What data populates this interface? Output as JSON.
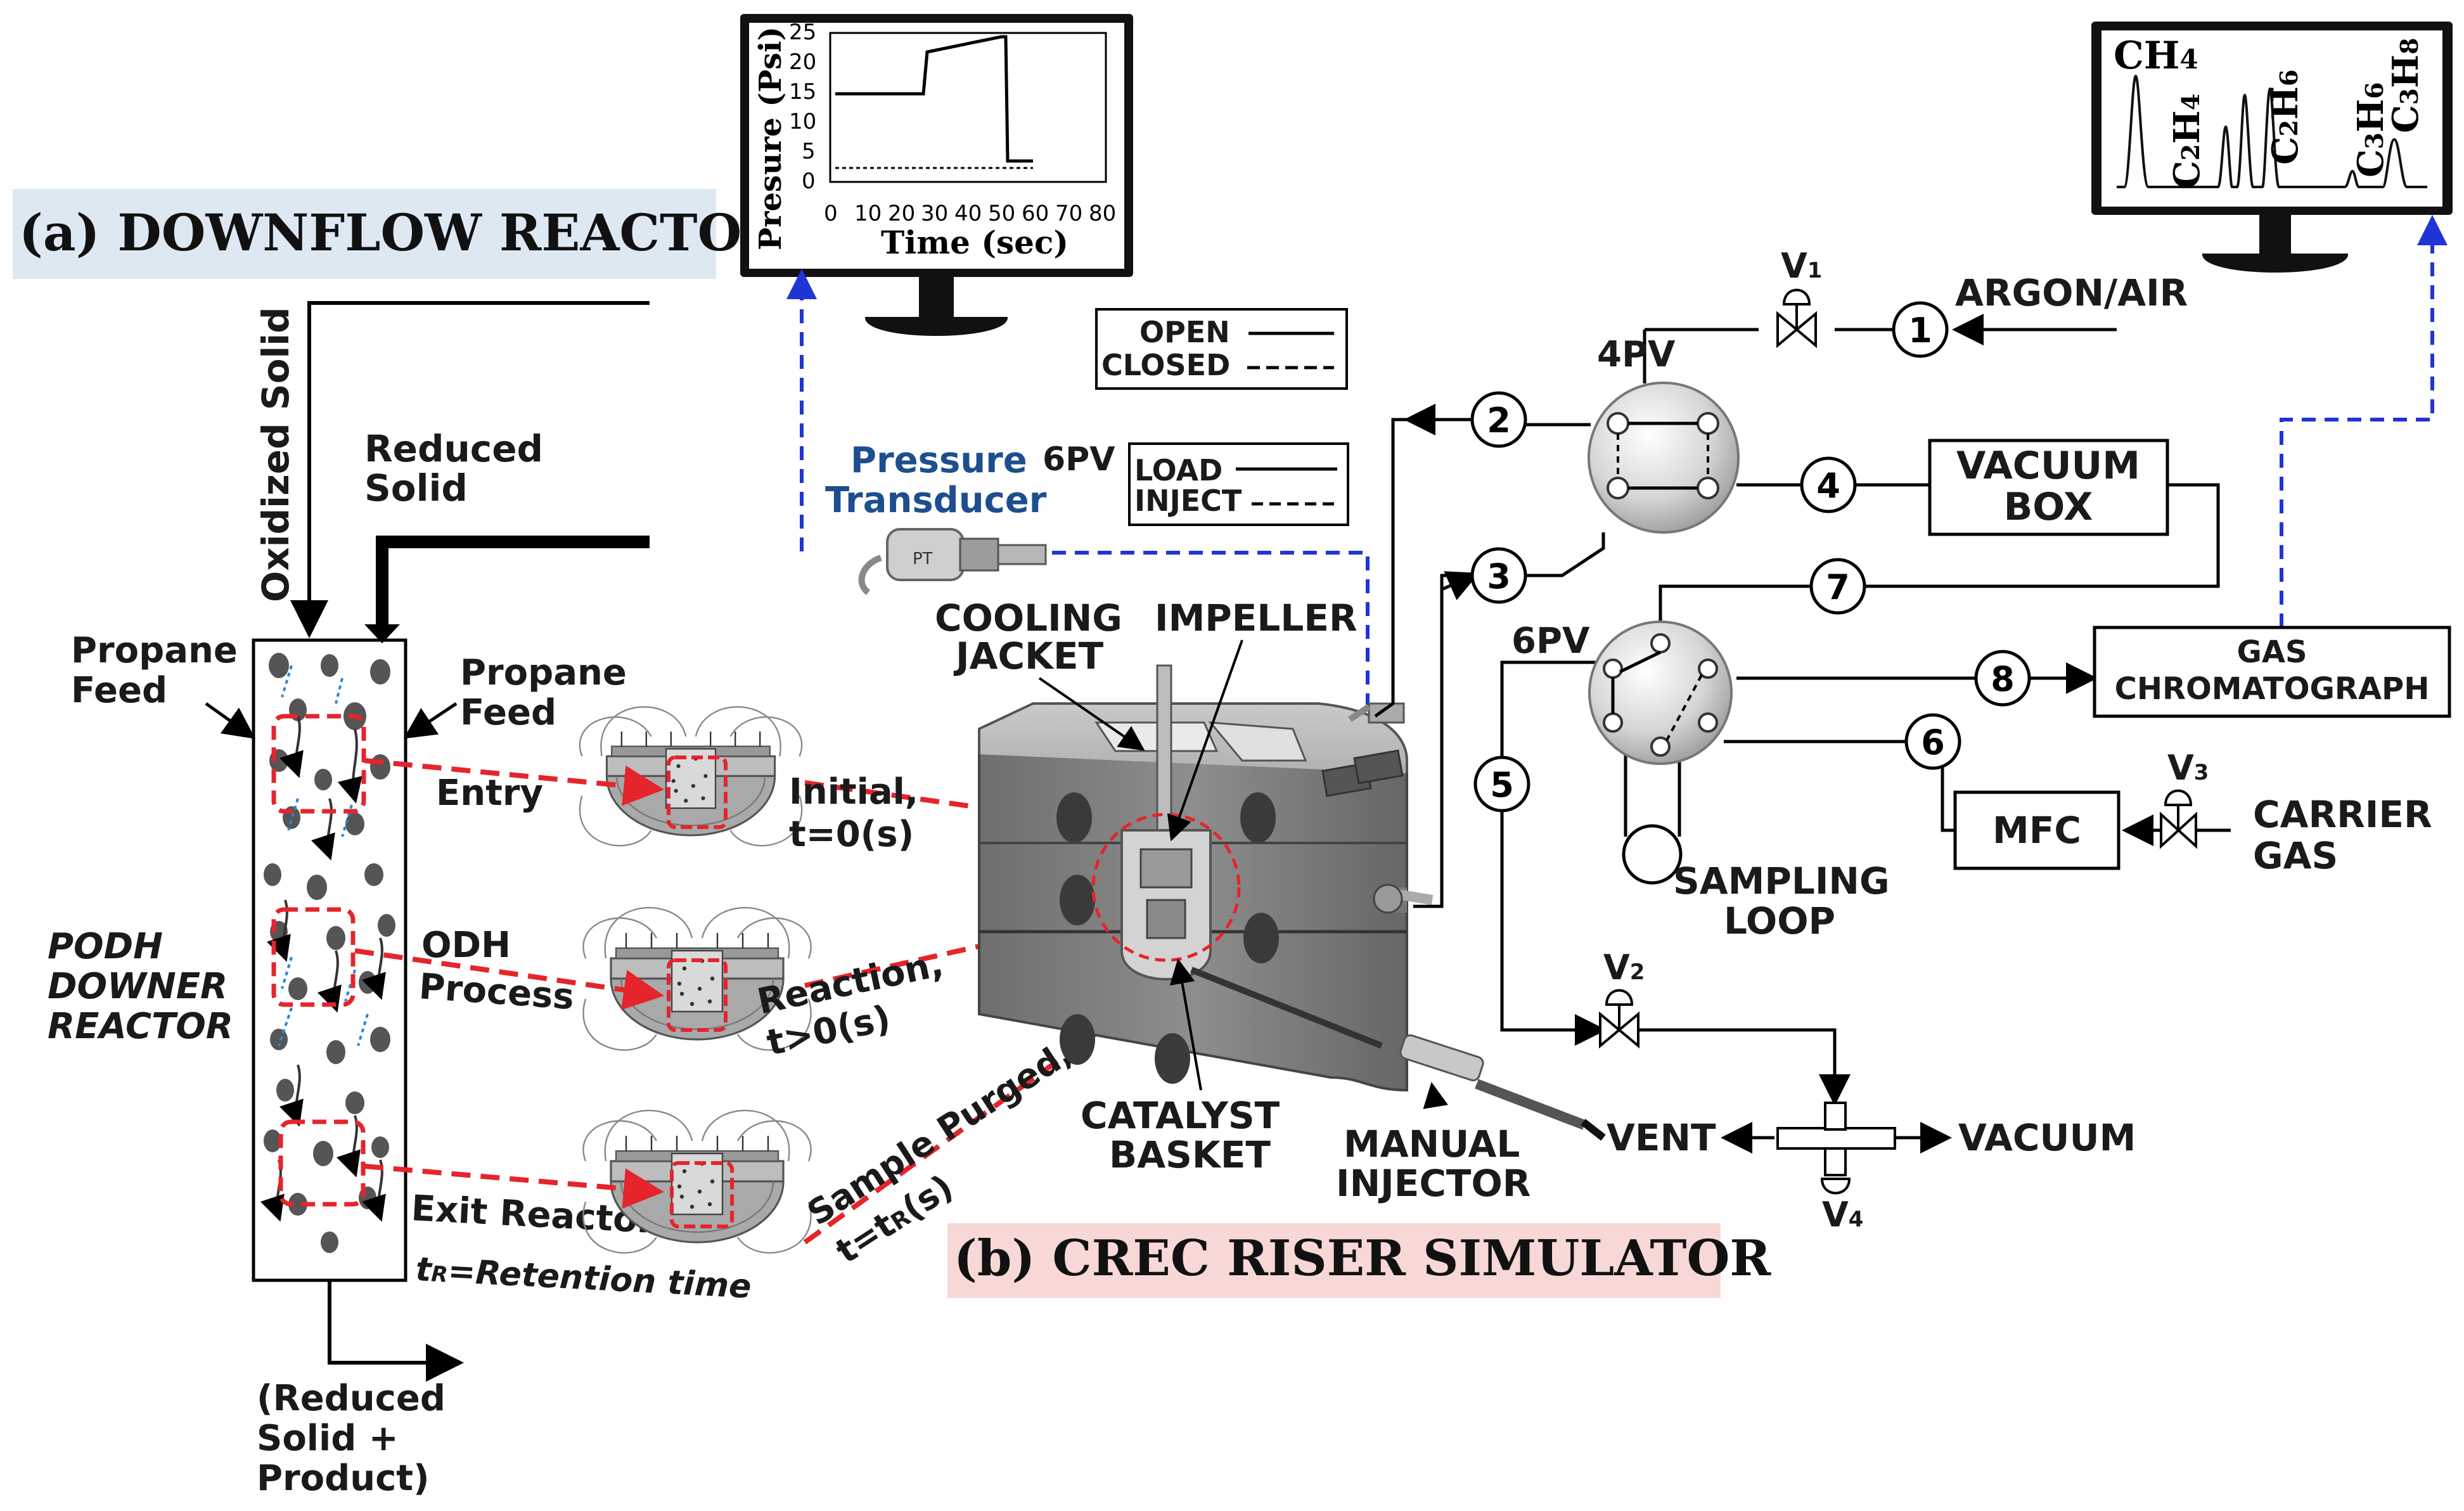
{
  "titles": {
    "downflow": "(a) DOWNFLOW REACTOR",
    "crec": "(b) CREC RISER SIMULATOR"
  },
  "downer": {
    "oxidized_solid": "Oxidized Solid",
    "reduced_solid": [
      "Reduced",
      "Solid"
    ],
    "propane_feed_left": [
      "Propane",
      "Feed"
    ],
    "propane_feed_right": [
      "Propane",
      "Feed"
    ],
    "podh": [
      "PODH",
      "DOWNER",
      "REACTOR"
    ],
    "entry": "Entry",
    "odh_process": [
      "ODH",
      "Process"
    ],
    "exit_reactor": "Exit Reactor",
    "retention": "=Retention time",
    "retention_sym": "t",
    "retention_sub": "R",
    "outlet": [
      "(Reduced",
      "Solid +",
      "Product)"
    ]
  },
  "stages": {
    "initial": [
      "Initial,",
      "t=0(s)"
    ],
    "reaction": [
      "Reaction,",
      "t>0(s)"
    ],
    "purged_line1": "Sample Purged,",
    "purged_line2_pre": "t=t",
    "purged_line2_sub": "R",
    "purged_line2_post": "(s)"
  },
  "pressure_chart": {
    "ylabel": "Presure (Psi)",
    "xlabel": "Time (sec)",
    "yticks": [
      "25",
      "20",
      "15",
      "10",
      "5",
      "0"
    ],
    "xticks": [
      "0",
      "10",
      "20",
      "30",
      "40",
      "50",
      "60",
      "70",
      "80"
    ]
  },
  "gc_display": {
    "peaks": [
      "CH4",
      "C2H4",
      "C2H6",
      "C3H6",
      "C3H8"
    ],
    "ch4": "CH",
    "ch4_sub": "4",
    "c2h4": "C",
    "c2h4_s1": "2",
    "c2h4_h": "H",
    "c2h4_s2": "4",
    "c2h6": "C",
    "c2h6_s1": "2",
    "c2h6_h": "H",
    "c2h6_s2": "6",
    "c3h6": "C",
    "c3h6_s1": "3",
    "c3h6_h": "H",
    "c3h6_s2": "6",
    "c3h8": "C",
    "c3h8_s1": "3",
    "c3h8_h": "H",
    "c3h8_s2": "8"
  },
  "legend_valve": {
    "open": "OPEN",
    "closed": "CLOSED"
  },
  "legend_6pv": {
    "title": "6PV",
    "load": "LOAD",
    "inject": "INJECT"
  },
  "transducer": {
    "line1": "Pressure",
    "line2": "Transducer",
    "badge": "PT"
  },
  "reactor_labels": {
    "cooling": [
      "COOLING",
      "JACKET"
    ],
    "impeller": "IMPELLER",
    "catalyst": [
      "CATALYST",
      "BASKET"
    ],
    "injector": [
      "MANUAL",
      "INJECTOR"
    ]
  },
  "flow": {
    "argon_air": "ARGON/AIR",
    "fourpv": "4PV",
    "sixpv": "6PV",
    "vacuum_box": [
      "VACUUM",
      "BOX"
    ],
    "gas_chromatograph": [
      "GAS",
      "CHROMATOGRAPH"
    ],
    "sampling_loop": [
      "SAMPLING",
      "LOOP"
    ],
    "mfc": "MFC",
    "carrier_gas": [
      "CARRIER",
      "GAS"
    ],
    "vent": "VENT",
    "vacuum": "VACUUM",
    "nodes": [
      "1",
      "2",
      "3",
      "4",
      "5",
      "6",
      "7",
      "8"
    ],
    "v1": "V",
    "v1_sub": "1",
    "v2": "V",
    "v2_sub": "2",
    "v3": "V",
    "v3_sub": "3",
    "v4": "V",
    "v4_sub": "4"
  },
  "colors": {
    "red_dash": "#e5242b",
    "blue_dash": "#1f35d6",
    "title_a_bg": "#dde8f3",
    "title_b_bg": "#f7d8d6",
    "transducer_text": "#1f4e8f",
    "metal": "#8a8a8a"
  }
}
